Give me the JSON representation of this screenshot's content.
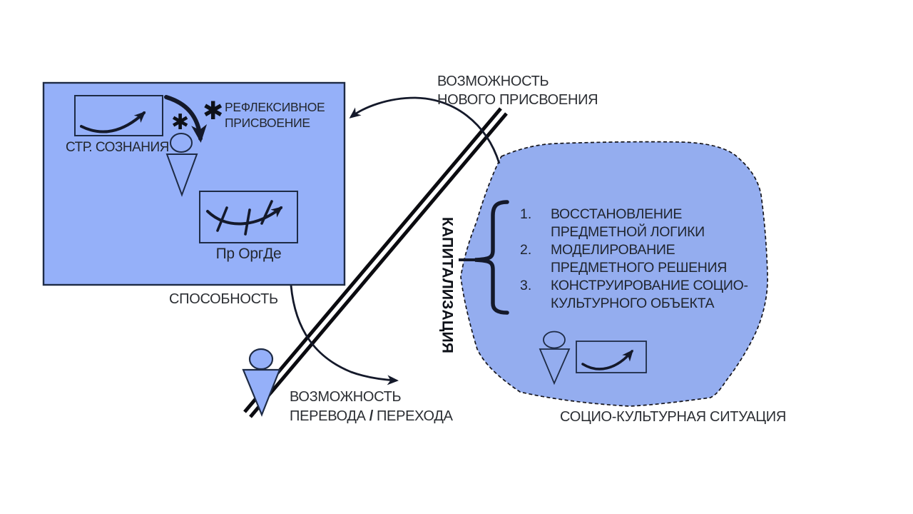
{
  "colors": {
    "box_fill": "#95b0f9",
    "blob_fill": "#94adef",
    "outline": "#1e2b45",
    "ink": "#14192a",
    "text": "#2b2e33"
  },
  "icons": {
    "asterisk": "✱"
  },
  "box": {
    "str_soznaniya": "СТР. СОЗНАНИЯ",
    "refleksivnoe_line1": "РЕФЛЕКСИВНОЕ",
    "refleksivnoe_line2": "ПРИСВОЕНИЕ",
    "pr_orgde": "Пр ОргДе",
    "sposobnost": "СПОСОБНОСТЬ"
  },
  "labels": {
    "vozm_novogo_line1": "ВОЗМОЖНОСТЬ",
    "vozm_novogo_line2": "НОВОГО ПРИСВОЕНИЯ",
    "kapitalizaciya": "КАПИТАЛИЗАЦИЯ",
    "vozm_perevoda_line1": "ВОЗМОЖНОСТЬ",
    "vozm_perevoda_part1": "ПЕРЕВОДА",
    "vozm_perevoda_slash": "/",
    "vozm_perevoda_part2": "ПЕРЕХОДА",
    "socio_situaciya": "СОЦИО-КУЛЬТУРНАЯ СИТУАЦИЯ"
  },
  "list": {
    "items": [
      {
        "num": "1.",
        "line1": "ВОССТАНОВЛЕНИЕ",
        "line2": "ПРЕДМЕТНОЙ ЛОГИКИ"
      },
      {
        "num": "2.",
        "line1": "МОДЕЛИРОВАНИЕ",
        "line2": "ПРЕДМЕТНОГО РЕШЕНИЯ"
      },
      {
        "num": "3.",
        "line1": "КОНСТРУИРОВАНИЕ СОЦИО-",
        "line2": "КУЛЬТУРНОГО ОБЪЕКТА"
      }
    ]
  }
}
